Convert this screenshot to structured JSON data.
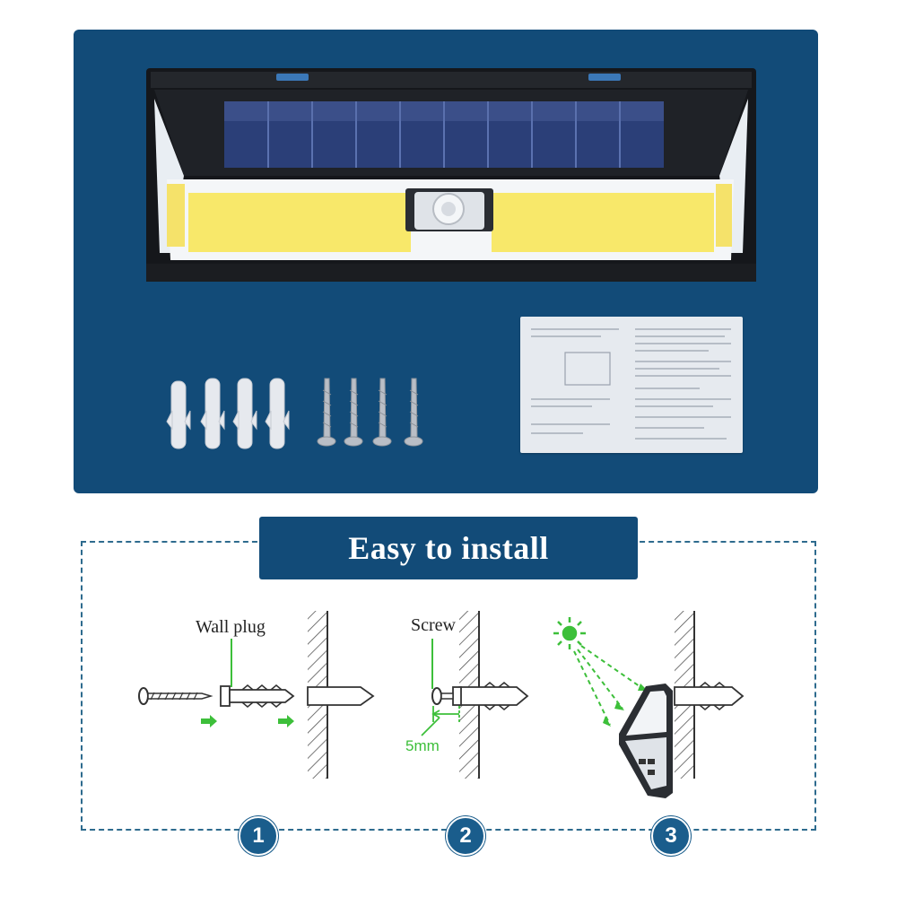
{
  "install": {
    "title": "Easy to install",
    "wall_plug_label": "Wall plug",
    "screw_label": "Screw",
    "distance_label": "5mm",
    "steps": [
      "1",
      "2",
      "3"
    ]
  },
  "colors": {
    "panel_blue": "#124b78",
    "led_yellow": "#f8e86a",
    "accent_green": "#3dbf3a",
    "step_blue": "#1a5d8c"
  },
  "icons": [
    "sun-icon",
    "wall-plug-icon",
    "screw-icon",
    "pir-sensor-icon"
  ]
}
